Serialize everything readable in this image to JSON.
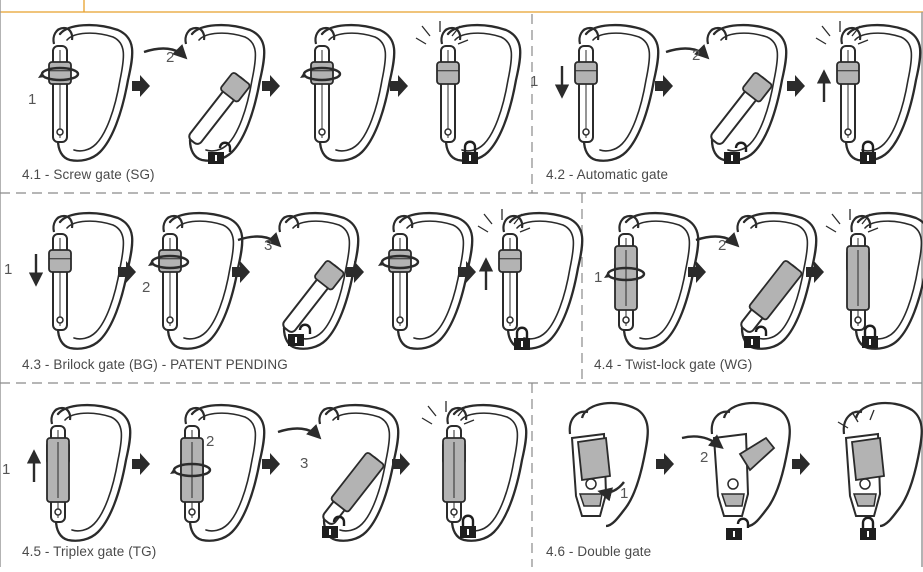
{
  "panels": [
    {
      "id": "4.1",
      "caption": "4.1 - Screw gate (SG)",
      "step_labels": [
        "1",
        "2"
      ]
    },
    {
      "id": "4.2",
      "caption": "4.2 - Automatic gate",
      "step_labels": [
        "1",
        "2"
      ]
    },
    {
      "id": "4.3",
      "caption": "4.3 - Brilock gate (BG) - PATENT PENDING",
      "step_labels": [
        "1",
        "2",
        "3"
      ]
    },
    {
      "id": "4.4",
      "caption": "4.4 - Twist-lock gate (WG)",
      "step_labels": [
        "1",
        "2"
      ]
    },
    {
      "id": "4.5",
      "caption": "4.5 - Triplex gate (TG)",
      "step_labels": [
        "1",
        "2",
        "3"
      ]
    },
    {
      "id": "4.6",
      "caption": "4.6 - Double gate",
      "step_labels": [
        "1",
        "2"
      ]
    }
  ],
  "colors": {
    "accent": "#e8a02c",
    "line": "#8a8a8a",
    "ink": "#2b2b2b",
    "sleeve": "#b3b3b3",
    "lock": "#1e1e1e"
  },
  "icons": [
    "carabiner-icon",
    "arrow-right-icon",
    "padlock-open-icon",
    "padlock-closed-icon",
    "rotate-arrow-icon",
    "click-sparkle-icon"
  ]
}
